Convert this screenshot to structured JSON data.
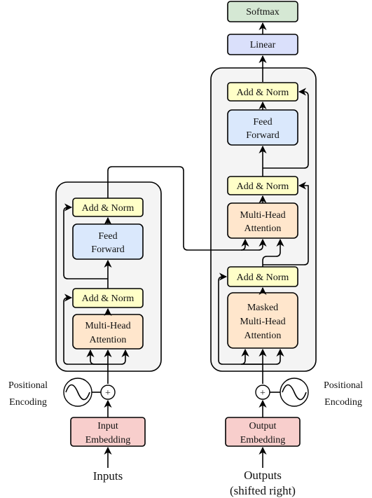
{
  "colors": {
    "softmax": "#d5e8d4",
    "linear": "#dae0fb",
    "add_norm": "#ffffc8",
    "feed_forward": "#dae8fc",
    "attention": "#ffe6cc",
    "embedding": "#f8cecc",
    "block_bg": "#f4f4f4"
  },
  "decoder_head": {
    "softmax": "Softmax",
    "linear": "Linear"
  },
  "encoder": {
    "add_norm_top": "Add & Norm",
    "feed_forward_l1": "Feed",
    "feed_forward_l2": "Forward",
    "add_norm_bottom": "Add & Norm",
    "attention_l1": "Multi-Head",
    "attention_l2": "Attention",
    "positional_l1": "Positional",
    "positional_l2": "Encoding",
    "embedding_l1": "Input",
    "embedding_l2": "Embedding",
    "input_label": "Inputs"
  },
  "decoder": {
    "add_norm_top": "Add & Norm",
    "feed_forward_l1": "Feed",
    "feed_forward_l2": "Forward",
    "add_norm_mid": "Add & Norm",
    "cross_attention_l1": "Multi-Head",
    "cross_attention_l2": "Attention",
    "add_norm_bottom": "Add & Norm",
    "masked_l1": "Masked",
    "masked_l2": "Multi-Head",
    "masked_l3": "Attention",
    "positional_l1": "Positional",
    "positional_l2": "Encoding",
    "embedding_l1": "Output",
    "embedding_l2": "Embedding",
    "output_label_l1": "Outputs",
    "output_label_l2": "(shifted right)"
  },
  "icons": {
    "plus": "+",
    "sine": "sine-wave-icon"
  }
}
